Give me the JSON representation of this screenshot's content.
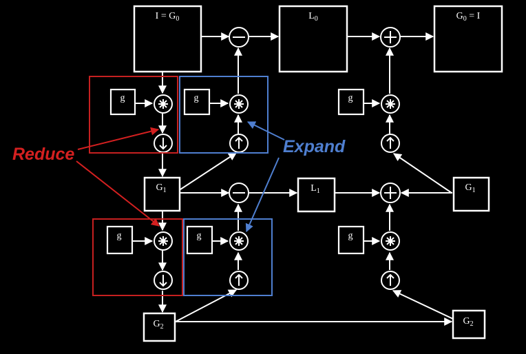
{
  "nodes": {
    "i_g0": {
      "main": "I = G",
      "sub": "0"
    },
    "l0": {
      "main": "L",
      "sub": "0"
    },
    "g0_i": {
      "main": "G",
      "sub": "0",
      "tail": " = I"
    },
    "g1_left": {
      "main": "G",
      "sub": "1"
    },
    "l1": {
      "main": "L",
      "sub": "1"
    },
    "g1_right": {
      "main": "G",
      "sub": "1"
    },
    "g2_left": {
      "main": "G",
      "sub": "2"
    },
    "g2_right": {
      "main": "G",
      "sub": "2"
    }
  },
  "kernel_label": "g",
  "annotations": {
    "reduce": {
      "label": "Reduce",
      "color": "#d42020"
    },
    "expand": {
      "label": "Expand",
      "color": "#4f7fd0"
    }
  },
  "colors": {
    "background": "#000000",
    "lines": "#ffffff"
  }
}
